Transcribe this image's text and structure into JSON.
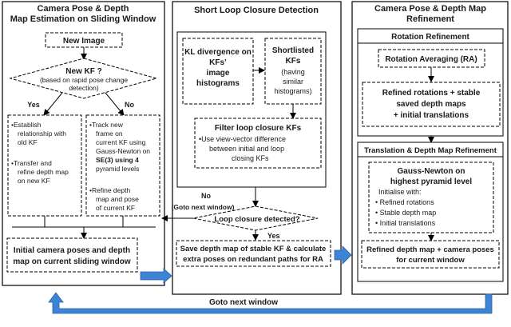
{
  "panels": {
    "left": {
      "title_lines": [
        "Camera Pose & Depth",
        "Map Estimation on Sliding Window"
      ]
    },
    "middle": {
      "title": "Short Loop Closure Detection"
    },
    "right": {
      "title_lines": [
        "Camera Pose & Depth Map",
        "Refinement"
      ]
    }
  },
  "left": {
    "new_image": "New Image",
    "new_kf_question": "New KF ?",
    "new_kf_note_lines": [
      "(based on rapid pose change",
      "detection)"
    ],
    "yes_label": "Yes",
    "no_label": "No",
    "yes_box_lines": [
      "•Establish",
      "relationship with",
      "old KF",
      "",
      "•Transfer and",
      "refine depth map",
      "on new KF"
    ],
    "no_box_lines": [
      "•Track new",
      "frame on",
      "current KF using",
      "Gauss-Newton on",
      "SE(3) using 4",
      "pyramid levels",
      "",
      "•Refine depth",
      "map and pose",
      "of current KF"
    ],
    "result_lines": [
      "Initial camera poses and depth",
      "map on current sliding window"
    ]
  },
  "middle": {
    "kl_lines": [
      "KL divergence on",
      "KFs’",
      "image",
      "histograms"
    ],
    "shortlist_lines": [
      "Shortlisted",
      "KFs",
      "(having",
      "similar",
      "histograms)"
    ],
    "filter_title": "Filter loop closure KFs",
    "filter_body_lines": [
      "•Use view-vector difference",
      "between initial and loop",
      "closing KFs"
    ],
    "loop_question": "Loop closure detected?",
    "no_label": "No",
    "goto_next": "(Goto next window)",
    "yes_label": "Yes",
    "save_lines": [
      "Save depth map of stable KF & calculate",
      "extra poses on redundant paths for RA"
    ]
  },
  "right": {
    "rotation_title": "Rotation Refinement",
    "ra_label": "Rotation Averaging (RA)",
    "refined_lines": [
      "Refined rotations + stable",
      "saved depth maps",
      "+ initial translations"
    ],
    "translation_title": "Translation & Depth Map Refinement",
    "gn_lines": [
      "Gauss-Newton on",
      "highest pyramid level"
    ],
    "init_title": "Initialise with:",
    "init_items": [
      "• Refined rotations",
      "• Stable depth map",
      "• Initial translations"
    ],
    "output_lines": [
      "Refined depth map + camera poses",
      "for current window"
    ]
  },
  "footer": {
    "goto_next_window": "Goto next window"
  },
  "colors": {
    "arrow_fill": "#3e84d6",
    "arrow_stroke": "#2a5fa0",
    "line": "#000000"
  }
}
